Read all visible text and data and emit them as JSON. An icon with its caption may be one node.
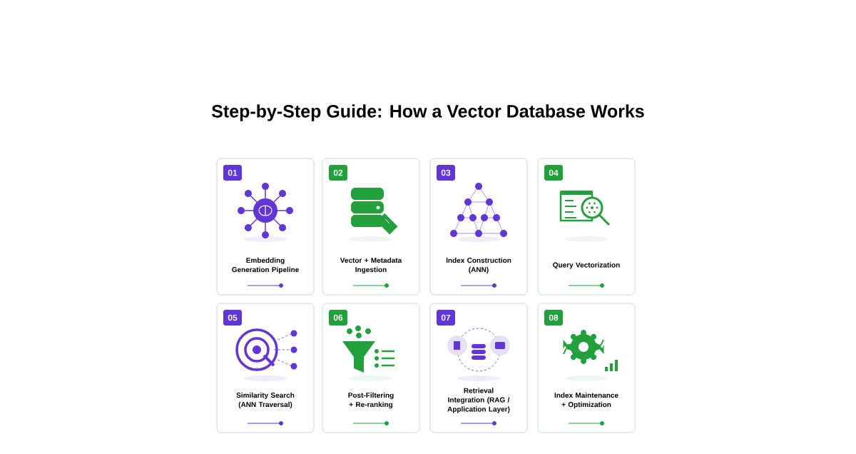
{
  "diagram": {
    "title": "Step-by-Step Guide: How a Vector Database Works",
    "nodes": [
      {
        "text": [
          "01",
          "Embedding Generation Pipeline"
        ]
      },
      {
        "text": [
          "02",
          "Vector + Metadata Ingestion"
        ]
      },
      {
        "text": [
          "03",
          "Index Construction (ANN)"
        ]
      },
      {
        "text": [
          "04",
          "Query Vectorization"
        ]
      },
      {
        "text": [
          "05",
          "Similarity Search (ANN Traversal)"
        ]
      },
      {
        "text": [
          "06",
          "Post-Filtering + Re-ranking"
        ]
      },
      {
        "text": [
          "07",
          "Retrieval Integration (RAG / Application Layer)"
        ]
      },
      {
        "text": [
          "08",
          "Index Maintenance + Optimization"
        ]
      }
    ]
  }
}
